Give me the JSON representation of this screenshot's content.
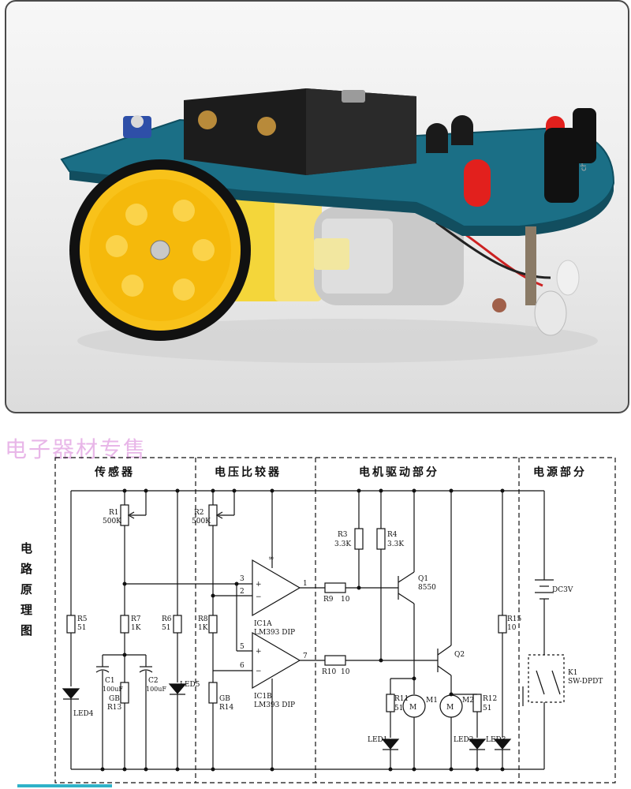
{
  "watermark": "电子器材专售",
  "sections": {
    "sensor": "传感器",
    "comparator": "电压比较器",
    "motor_drive": "电机驱动部分",
    "power": "电源部分"
  },
  "side_title": [
    "电",
    "路",
    "原",
    "理",
    "图"
  ],
  "photo": {
    "pcb_text": "cheapux.ca"
  },
  "components": {
    "R1": "R1",
    "R1v": "500K",
    "R2": "R2",
    "R2v": "500K",
    "R3": "R3",
    "R3v": "3.3K",
    "R4": "R4",
    "R4v": "3.3K",
    "R5": "R5",
    "R5v": "51",
    "R6": "R6",
    "R6v": "51",
    "R7": "R7",
    "R7v": "1K",
    "R8": "R8",
    "R8v": "1K",
    "R9": "R9",
    "R9v": "10",
    "R10": "R10",
    "R10v": "10",
    "R11": "R11",
    "R11v": "51",
    "R12": "R12",
    "R12v": "51",
    "R15": "R15",
    "R15v": "10",
    "C1": "C1",
    "C1v": "100uF",
    "C2": "C2",
    "C2v": "100uF",
    "GB1": "GB",
    "GB1r": "R13",
    "GB2": "GB",
    "GB2r": "R14",
    "LED1": "LED1",
    "LED2": "LED2",
    "LED3": "LED3",
    "LED4": "LED4",
    "LED5": "LED5",
    "IC1A": "IC1A",
    "IC1Av": "LM393 DIP",
    "IC1B": "IC1B",
    "IC1Bv": "LM393 DIP",
    "Q1": "Q1",
    "Q1v": "8550",
    "Q2": "Q2",
    "M1": "M1",
    "M2": "M2",
    "M": "M",
    "DC": "DC3V",
    "K1": "K1",
    "K1v": "SW-DPDT",
    "pin1": "1",
    "pin2": "2",
    "pin3": "3",
    "pin5": "5",
    "pin6": "6",
    "pin7": "7",
    "plus": "+",
    "minus": "−",
    "inf": "∞"
  }
}
